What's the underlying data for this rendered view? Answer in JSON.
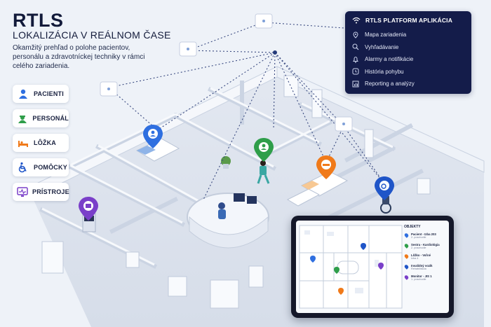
{
  "header": {
    "title": "RTLS",
    "subtitle": "LOKALIZÁCIA V REÁLNOM ČASE",
    "description": "Okamžitý prehľad o polohe pacientov, personálu a zdravotníckej techniky v rámci celého zariadenia."
  },
  "categories": [
    {
      "label": "PACIENTI",
      "icon": "patient-icon",
      "color": "#2f6fe0"
    },
    {
      "label": "PERSONÁL",
      "icon": "staff-icon",
      "color": "#2f9e4a"
    },
    {
      "label": "LÔŽKA",
      "icon": "bed-icon",
      "color": "#f07a1a"
    },
    {
      "label": "POMÔCKY",
      "icon": "wheelchair-icon",
      "color": "#1f55c8"
    },
    {
      "label": "PRÍSTROJE",
      "icon": "monitor-icon",
      "color": "#7a3fc9"
    }
  ],
  "platform": {
    "title": "RTLS PLATFORM APLIKÁCIA",
    "items": [
      {
        "label": "Mapa zariadenia",
        "icon": "map-pin-icon"
      },
      {
        "label": "Vyhľadávanie",
        "icon": "search-icon"
      },
      {
        "label": "Alarmy a notifikácie",
        "icon": "bell-icon"
      },
      {
        "label": "História pohybu",
        "icon": "history-icon"
      },
      {
        "label": "Reporting a analýzy",
        "icon": "report-icon"
      }
    ]
  },
  "tablet": {
    "title": "OBJEKTY",
    "objects": [
      {
        "name": "Pacient - Izba 203",
        "sub": "2. poschodie",
        "color": "#2f6fe0"
      },
      {
        "name": "Sestra - Kardiológia",
        "sub": "2. poschodie",
        "color": "#2f9e4a"
      },
      {
        "name": "Lôžko - Voľné",
        "sub": "Izba 4",
        "color": "#f07a1a"
      },
      {
        "name": "Invalidný vozík",
        "sub": "Rehabilitácia",
        "color": "#1f55c8"
      },
      {
        "name": "Monitor - JIS 1",
        "sub": "1. poschodie",
        "color": "#7a3fc9"
      }
    ]
  },
  "colors": {
    "navy": "#141c4a",
    "background": "#eef2f8",
    "patient": "#2f6fe0",
    "staff": "#2f9e4a",
    "bed": "#f07a1a",
    "aid": "#1f55c8",
    "device": "#7a3fc9"
  }
}
